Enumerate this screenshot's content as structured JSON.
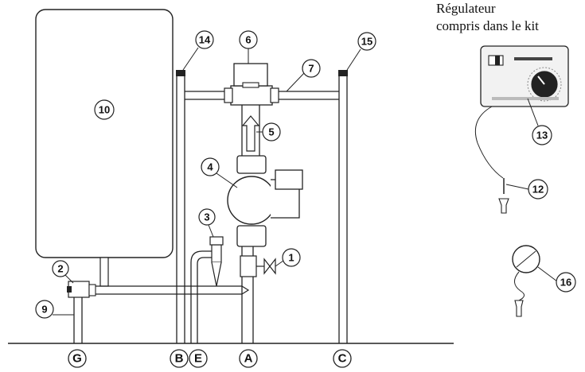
{
  "caption": {
    "line1": "Régulateur",
    "line2": "compris dans le kit"
  },
  "callouts": {
    "c1": "1",
    "c2": "2",
    "c3": "3",
    "c4": "4",
    "c5": "5",
    "c6": "6",
    "c7": "7",
    "c9": "9",
    "c10": "10",
    "c12": "12",
    "c13": "13",
    "c14": "14",
    "c15": "15",
    "c16": "16"
  },
  "connections": {
    "g": "G",
    "b": "B",
    "e": "E",
    "a": "A",
    "c": "C"
  },
  "colors": {
    "line": "#222222",
    "fill": "#ffffff",
    "shade": "#d9d9d9"
  }
}
